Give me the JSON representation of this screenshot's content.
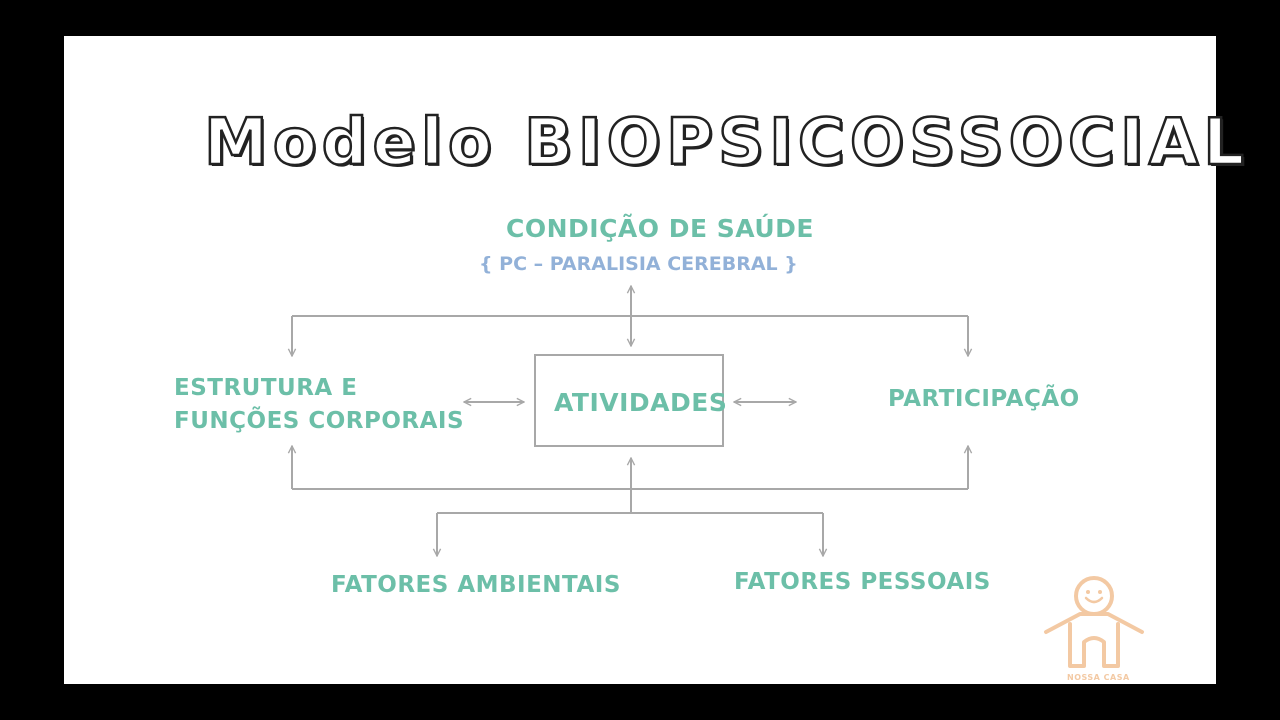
{
  "title": "Modelo BIOPSICOSSOCIAL",
  "nodes": {
    "condicao": "CONDIÇÃO DE SAÚDE",
    "condicao_note": "{ PC – PARALISIA CEREBRAL }",
    "estrutura_line1": "ESTRUTURA E",
    "estrutura_line2": "FUNÇÕES CORPORAIS",
    "atividades": "ATIVIDADES",
    "participacao": "PARTICIPAÇÃO",
    "ambientais": "FATORES AMBIENTAIS",
    "pessoais": "FATORES PESSOAIS"
  },
  "logo": {
    "text": "NOSSA CASA"
  },
  "colors": {
    "node_text": "#6cbfa8",
    "note_text": "#92b1d8",
    "connector": "#a8a8a8",
    "logo": "#f3c9a3"
  }
}
